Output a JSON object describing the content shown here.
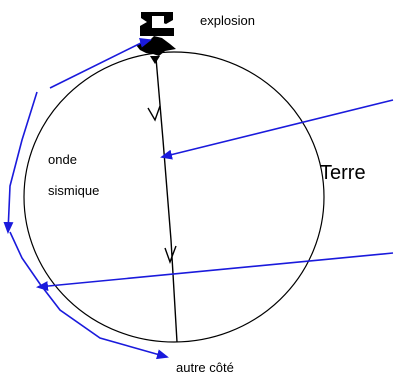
{
  "labels": {
    "explosion": "explosion",
    "wave_line1": "onde",
    "wave_line2": "sismique",
    "earth": "Terre",
    "other_side": "autre côté"
  },
  "colors": {
    "outline": "#000000",
    "arrows": "#1a1adc",
    "background": "#ffffff"
  },
  "icons": {
    "explosion_marker": "explosion-icon"
  }
}
